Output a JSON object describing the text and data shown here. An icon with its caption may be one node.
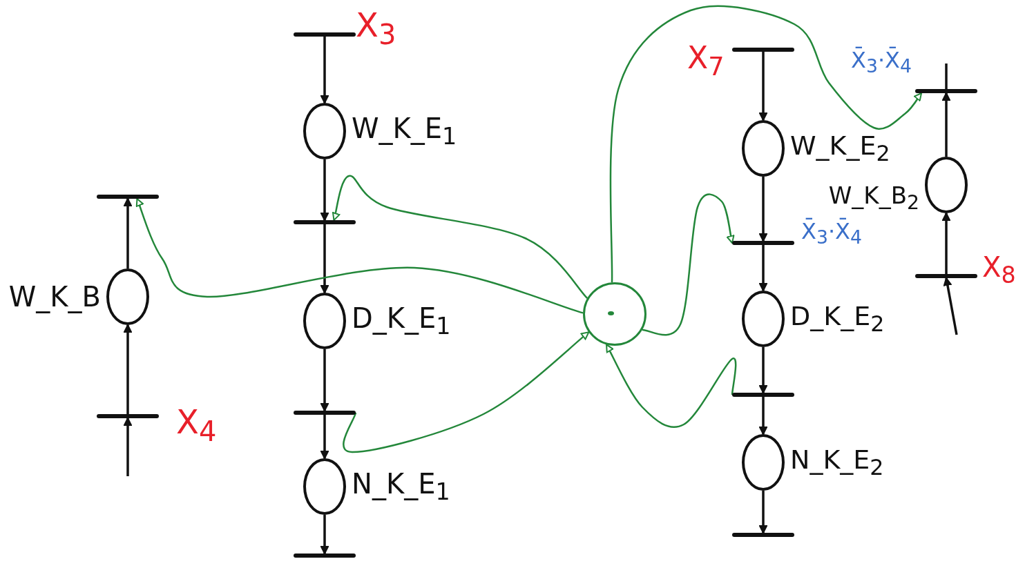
{
  "diagram": {
    "nodes": [
      {
        "text": [],
        "shape": "bar",
        "beside": [
          "X$_{3}$"
        ]
      },
      {
        "text": [
          "W_K_E$_{1}$"
        ]
      },
      {
        "text": [],
        "shape": "bar"
      },
      {
        "text": [
          "D_K_E$_{1}$"
        ]
      },
      {
        "text": [],
        "shape": "bar"
      },
      {
        "text": [
          "N_K_E$_{1}$"
        ]
      },
      {
        "text": [],
        "shape": "bar"
      },
      {
        "text": [],
        "shape": "bar"
      },
      {
        "text": [
          "W_K_B"
        ]
      },
      {
        "text": [],
        "shape": "bar",
        "beside": [
          "X$_{4}$"
        ]
      },
      {
        "text": [],
        "shape": "circle"
      },
      {
        "text": [],
        "shape": "bar",
        "beside": [
          "X$_{7}$"
        ]
      },
      {
        "text": [
          "W_K_E$_{2}$"
        ]
      },
      {
        "text": [],
        "shape": "bar",
        "beside": [
          "X̄$_{3}$·X̄$_{4}$"
        ]
      },
      {
        "text": [
          "D_K_E$_{2}$"
        ]
      },
      {
        "text": [],
        "shape": "bar"
      },
      {
        "text": [
          "N_K_E$_{2}$"
        ]
      },
      {
        "text": [],
        "shape": "bar"
      },
      {
        "text": [],
        "shape": "bar",
        "beside": [
          "X̄$_{3}$·X̄$_{4}$"
        ]
      },
      {
        "text": [
          "W_K_B$_{2}$"
        ]
      },
      {
        "text": [],
        "shape": "bar",
        "beside": [
          "X$_{8}$"
        ]
      }
    ],
    "edges": [
      {
        "from": 0,
        "to": 1,
        "arrow": "to"
      },
      {
        "from": 1,
        "to": 2,
        "arrow": "to"
      },
      {
        "from": 2,
        "to": 3,
        "arrow": "to"
      },
      {
        "from": 3,
        "to": 4,
        "arrow": "to"
      },
      {
        "from": 4,
        "to": 5,
        "arrow": "to"
      },
      {
        "from": 5,
        "to": 6,
        "arrow": "to"
      },
      {
        "from": null,
        "to": 9,
        "arrow": "to"
      },
      {
        "from": 9,
        "to": 8,
        "arrow": "to"
      },
      {
        "from": 8,
        "to": 7,
        "arrow": "to"
      },
      {
        "from": 11,
        "to": 12,
        "arrow": "to"
      },
      {
        "from": 12,
        "to": 13,
        "arrow": "to"
      },
      {
        "from": 13,
        "to": 14,
        "arrow": "to"
      },
      {
        "from": 14,
        "to": 15,
        "arrow": "to"
      },
      {
        "from": 15,
        "to": 16,
        "arrow": "to"
      },
      {
        "from": 16,
        "to": 17,
        "arrow": "to"
      },
      {
        "from": null,
        "to": 20,
        "arrow": "to"
      },
      {
        "from": 20,
        "to": 19,
        "arrow": "to"
      },
      {
        "from": 19,
        "to": 18,
        "arrow": "to"
      },
      {
        "from": 18,
        "to": null,
        "arrow": "none"
      },
      {
        "from": 10,
        "to": 2,
        "arrow": "to",
        "color": "#23873a"
      },
      {
        "from": 10,
        "to": 7,
        "arrow": "to",
        "color": "#23873a"
      },
      {
        "from": 4,
        "to": 10,
        "arrow": "to",
        "color": "#23873a"
      },
      {
        "from": 15,
        "to": 10,
        "arrow": "to",
        "color": "#23873a"
      },
      {
        "from": 10,
        "to": 13,
        "arrow": "to",
        "color": "#23873a"
      },
      {
        "from": 10,
        "to": 18,
        "arrow": "to",
        "color": "#23873a"
      }
    ]
  }
}
